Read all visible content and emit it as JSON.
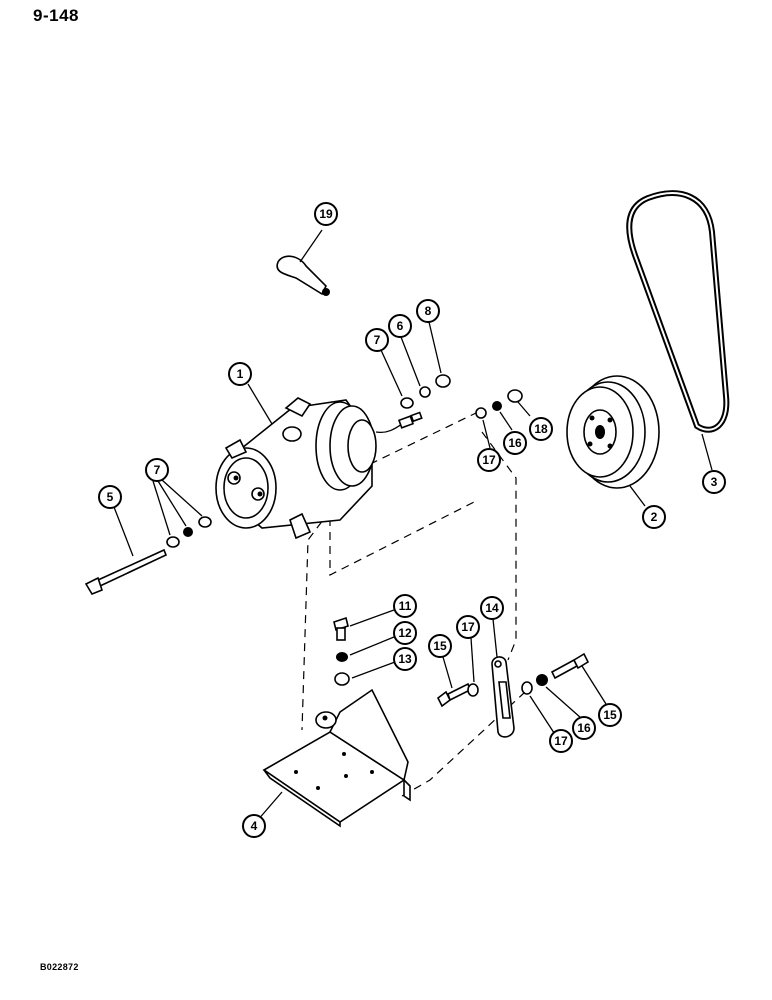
{
  "header": {
    "page_number": "9-148"
  },
  "footer": {
    "figure_code": "B022872"
  },
  "callouts": [
    "1",
    "2",
    "3",
    "4",
    "5",
    "6",
    "7",
    "7",
    "8",
    "11",
    "12",
    "13",
    "14",
    "15",
    "15",
    "16",
    "16",
    "17",
    "17",
    "17",
    "18",
    "19"
  ],
  "icons": {
    "compressor": "ac-compressor-icon",
    "pulley": "pulley-icon",
    "belt": "v-belt-icon",
    "bracket": "mounting-bracket-icon",
    "strap": "adjusting-strap-icon",
    "tie": "cable-tie-icon"
  }
}
